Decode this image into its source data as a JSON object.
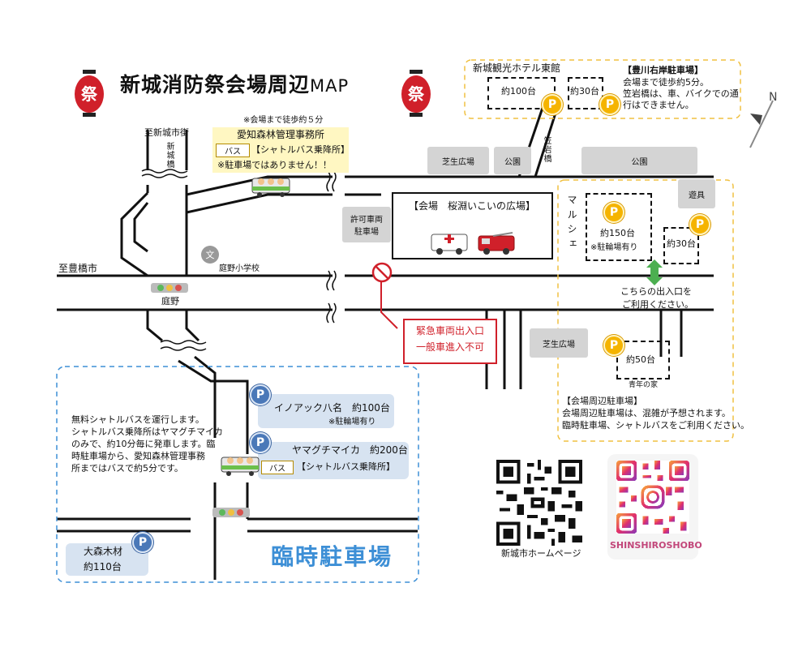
{
  "title": {
    "main": "新城消防祭会場周辺",
    "suffix": "MAP"
  },
  "lantern_glyph": "祭",
  "north": "N",
  "top_note": "※会場まで徒歩約５分",
  "forest_office": {
    "name": "愛知森林管理事務所",
    "bus_tag": "バス",
    "bus_label": "【シャトルバス乗降所】",
    "warning": "※駐車場ではありません！！"
  },
  "roads": {
    "to_shinshiro_street": "至新城市街",
    "shinshiro_bridge": "新城橋",
    "kasaiwa_bridge": "笠岩橋",
    "to_toyohashi": "至豊橋市",
    "niwano": "庭野",
    "school": "庭野小学校",
    "school_symbol": "文"
  },
  "places": {
    "lawn1": "芝生広場",
    "park1": "公園",
    "park2": "公園",
    "playground": "遊具",
    "lawn2": "芝生広場",
    "seinen": "青年の家"
  },
  "permit_parking": {
    "line1": "許可車両",
    "line2": "駐車場"
  },
  "venue": {
    "label": "【会場　桜淵いこいの広場】"
  },
  "marche": "マルシェ",
  "parking": {
    "hotel_name": "新城観光ホテル東館",
    "hotel_100": "約100台",
    "hotel_30": "約30台",
    "marche_150": "約150台",
    "marche_bike": "※駐輪場有り",
    "right_30": "約30台",
    "seinen_50": "約50台",
    "p_symbol": "P"
  },
  "toyokawa": {
    "title": "【豊川右岸駐車場】",
    "line1": "会場まで徒歩約5分。",
    "line2": "笠岩橋は、車、バイクでの通",
    "line3": "行はできません。"
  },
  "entrance_note": {
    "line1": "こちらの出入口を",
    "line2": "ご利用ください。"
  },
  "emergency": {
    "line1": "緊急車両出入口",
    "line2": "一般車進入不可"
  },
  "venue_parking_note": {
    "title": "【会場周辺駐車場】",
    "line1": "会場周辺駐車場は、混雑が予想されます。",
    "line2": "臨時駐車場、シャトルバスをご利用ください。"
  },
  "shuttle_info": {
    "line1": "無料シャトルバスを運行します。",
    "line2": "シャトルバス乗降所はヤマグチマイカ",
    "line3": "のみで、約10分毎に発車します。臨",
    "line4": "時駐車場から、愛知森林管理事務",
    "line5": "所まではバスで約5分です。"
  },
  "temp_parking": {
    "inoac": "イノアック八名　約100台",
    "inoac_bike": "※駐輪場有り",
    "yamaguchi": "ヤマグチマイカ　約200台",
    "bus_tag": "バス",
    "bus_label": "【シャトルバス乗降所】",
    "omori": "大森木材",
    "omori_count": "約110台",
    "big_label": "臨時駐車場"
  },
  "qr": {
    "caption": "新城市ホームページ"
  },
  "instagram": {
    "handle": "SHINSHIROSHOBO"
  },
  "colors": {
    "accent_yellow": "#f5b400",
    "temp_blue": "#3d8fd6",
    "emergency_red": "#d0202a",
    "yellow_dash": "#f0c040"
  }
}
